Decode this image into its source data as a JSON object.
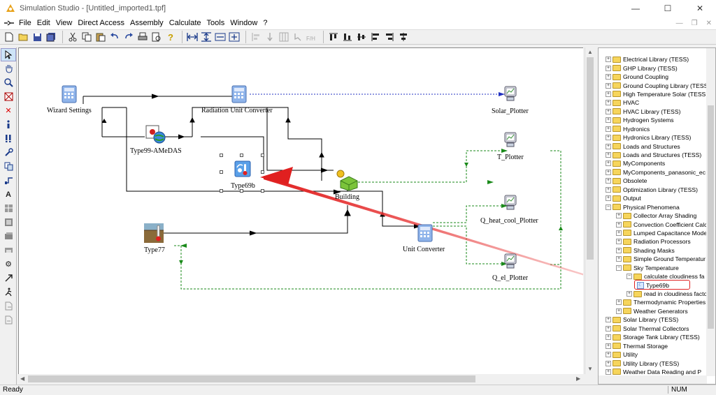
{
  "window": {
    "title": "Simulation Studio - [Untitled_imported1.tpf]",
    "controls": {
      "minimize": "—",
      "maximize": "☐",
      "close": "✕"
    }
  },
  "menubar": {
    "items": [
      "File",
      "Edit",
      "View",
      "Direct Access",
      "Assembly",
      "Calculate",
      "Tools",
      "Window",
      "?"
    ],
    "mdi_controls": {
      "minimize": "—",
      "restore": "❐",
      "close": "✕"
    }
  },
  "canvas": {
    "components": [
      {
        "label": "Wizard Settings",
        "icon": "calculator-icon"
      },
      {
        "label": "Radiation Unit Converter",
        "icon": "calculator-icon"
      },
      {
        "label": "Solar_Plotter",
        "icon": "plotter-icon"
      },
      {
        "label": "Type99-AMeDAS",
        "icon": "weather-data-icon"
      },
      {
        "label": "T_Plotter",
        "icon": "plotter-icon"
      },
      {
        "label": "Type69b",
        "icon": "sky-temperature-icon"
      },
      {
        "label": "Building",
        "icon": "building-icon"
      },
      {
        "label": "Q_heat_cool_Plotter",
        "icon": "plotter-icon"
      },
      {
        "label": "Type77",
        "icon": "ground-temperature-icon"
      },
      {
        "label": "Unit Converter",
        "icon": "calculator-icon"
      },
      {
        "label": "Q_el_Plotter",
        "icon": "plotter-icon"
      }
    ],
    "annotation_color": "#e02020"
  },
  "tree": {
    "items": [
      {
        "label": "Electrical Library (TESS)",
        "level": 0,
        "expanded": false
      },
      {
        "label": "GHP Library (TESS)",
        "level": 0,
        "expanded": false
      },
      {
        "label": "Ground Coupling",
        "level": 0,
        "expanded": false
      },
      {
        "label": "Ground Coupling Library (TESS",
        "level": 0,
        "expanded": false
      },
      {
        "label": "High Temperature Solar (TESS",
        "level": 0,
        "expanded": false
      },
      {
        "label": "HVAC",
        "level": 0,
        "expanded": false
      },
      {
        "label": "HVAC Library (TESS)",
        "level": 0,
        "expanded": false
      },
      {
        "label": "Hydrogen Systems",
        "level": 0,
        "expanded": false
      },
      {
        "label": "Hydronics",
        "level": 0,
        "expanded": false
      },
      {
        "label": "Hydronics Library (TESS)",
        "level": 0,
        "expanded": false
      },
      {
        "label": "Loads and Structures",
        "level": 0,
        "expanded": false
      },
      {
        "label": "Loads and Structures (TESS)",
        "level": 0,
        "expanded": false
      },
      {
        "label": "MyComponents",
        "level": 0,
        "expanded": false
      },
      {
        "label": "MyComponents_panasonic_ec",
        "level": 0,
        "expanded": false
      },
      {
        "label": "Obsolete",
        "level": 0,
        "expanded": false
      },
      {
        "label": "Optimization Library (TESS)",
        "level": 0,
        "expanded": false
      },
      {
        "label": "Output",
        "level": 0,
        "expanded": false
      },
      {
        "label": "Physical Phenomena",
        "level": 0,
        "expanded": true
      },
      {
        "label": "Collector Array Shading",
        "level": 1,
        "expanded": false
      },
      {
        "label": "Convection Coefficient Calc",
        "level": 1,
        "expanded": false
      },
      {
        "label": "Lumped Capacitance Mode",
        "level": 1,
        "expanded": false
      },
      {
        "label": "Radiation Processors",
        "level": 1,
        "expanded": false
      },
      {
        "label": "Shading Masks",
        "level": 1,
        "expanded": false
      },
      {
        "label": "Simple Ground Temperatur",
        "level": 1,
        "expanded": false
      },
      {
        "label": "Sky Temperature",
        "level": 1,
        "expanded": true
      },
      {
        "label": "calculate cloudiness fa",
        "level": 2,
        "expanded": true
      },
      {
        "label": "Type69b",
        "level": 3,
        "leaf": true,
        "highlighted": true
      },
      {
        "label": "read in cloudiness facto",
        "level": 2,
        "expanded": false
      },
      {
        "label": "Thermodynamic Properties",
        "level": 1,
        "expanded": false
      },
      {
        "label": "Weather Generators",
        "level": 1,
        "expanded": false
      },
      {
        "label": "Solar Library (TESS)",
        "level": 0,
        "expanded": false
      },
      {
        "label": "Solar Thermal Collectors",
        "level": 0,
        "expanded": false
      },
      {
        "label": "Storage Tank Library (TESS)",
        "level": 0,
        "expanded": false
      },
      {
        "label": "Thermal Storage",
        "level": 0,
        "expanded": false
      },
      {
        "label": "Utility",
        "level": 0,
        "expanded": false
      },
      {
        "label": "Utility Library (TESS)",
        "level": 0,
        "expanded": false
      },
      {
        "label": "Weather Data Reading and P",
        "level": 0,
        "expanded": false
      }
    ]
  },
  "statusbar": {
    "left": "Ready",
    "num": "NUM"
  }
}
